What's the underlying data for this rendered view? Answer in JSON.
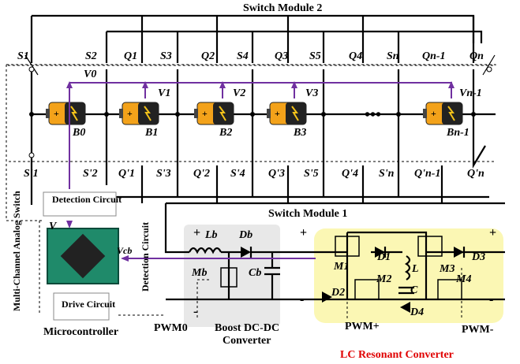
{
  "title_top": "Switch Module 2",
  "title_mid": "Switch Module 1",
  "top_switches": [
    "S1",
    "S2",
    "Q1",
    "S3",
    "Q2",
    "S4",
    "Q3",
    "S5",
    "Q4",
    "Sn",
    "Qn-1",
    "Qn"
  ],
  "bottom_switches": [
    "S'1",
    "S'2",
    "Q'1",
    "S'3",
    "Q'2",
    "S'4",
    "Q'3",
    "S'5",
    "Q'4",
    "S'n",
    "Q'n-1",
    "Q'n"
  ],
  "voltages": [
    "V0",
    "V1",
    "V2",
    "V3",
    "Vn-1"
  ],
  "batteries": [
    "B0",
    "B1",
    "B2",
    "B3",
    "Bn-1"
  ],
  "ellipsis": "•••",
  "detection_top": "Detection Circuit",
  "detection_side": "Detection Circuit",
  "mux": "Multi-Channel Analog Switch",
  "v_label": "V",
  "vcb_label": "Vcb",
  "drive": "Drive Circuit",
  "microcontroller": "Microcontroller",
  "pwm0": "PWM0",
  "boost_line1": "Boost DC-DC",
  "boost_line2": "Converter",
  "lb": "Lb",
  "db": "Db",
  "mb": "Mb",
  "cb": "Cb",
  "plus": "+",
  "minus": "-",
  "lc_title": "LC Resonant Converter",
  "m1": "M1",
  "m2": "M2",
  "m3": "M3",
  "m4": "M4",
  "d1": "D1",
  "d2": "D2",
  "d3": "D3",
  "d4": "D4",
  "l": "L",
  "c": "C",
  "pwm_plus": "PWM+",
  "pwm_minus": "PWM-"
}
